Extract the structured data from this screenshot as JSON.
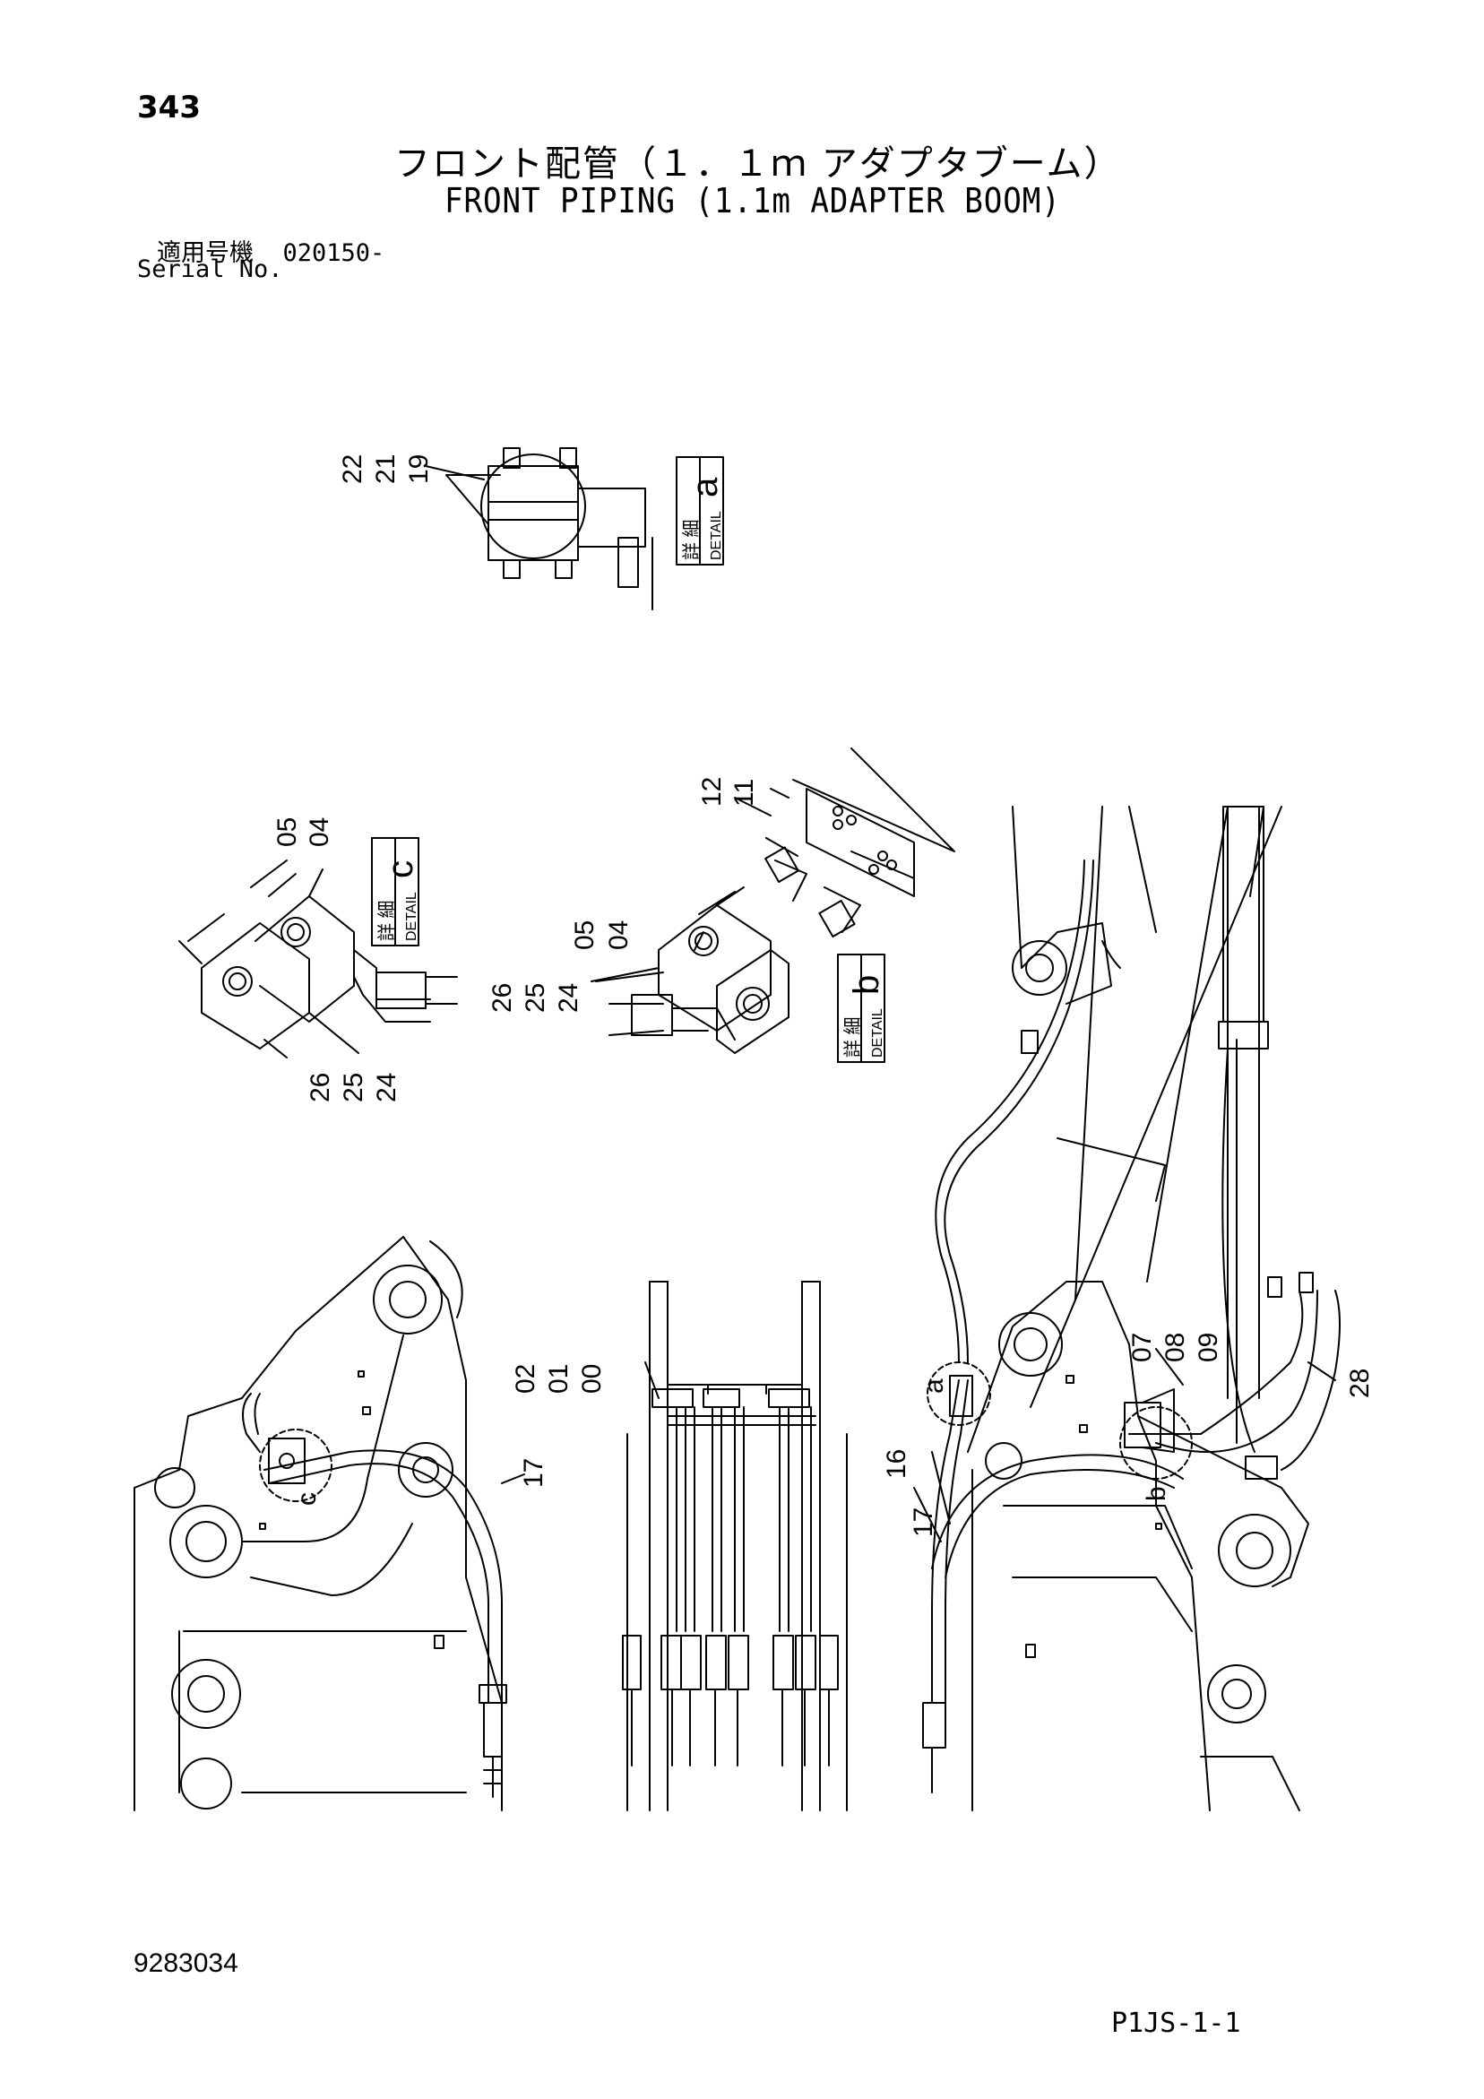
{
  "header": {
    "page_number": "343",
    "title_jp": "フロント配管（１．１ｍ アダプタブーム）",
    "title_en": "FRONT PIPING (1.1m ADAPTER BOOM)",
    "serial_label_jp": "適用号機",
    "serial_value": "020150-",
    "serial_label_en": "Serial No."
  },
  "footer": {
    "document_number": "9283034",
    "sheet_code": "P1JS-1-1"
  },
  "details": {
    "a": {
      "letter": "a",
      "jp": "詳 細",
      "en": "DETAIL",
      "callouts": [
        "22",
        "21",
        "19"
      ]
    },
    "b": {
      "letter": "b",
      "jp": "詳 細",
      "en": "DETAIL",
      "callouts_top": [
        "05",
        "04"
      ],
      "callouts_bottom": [
        "26",
        "25",
        "24"
      ],
      "callouts_side": [
        "12",
        "11"
      ]
    },
    "c": {
      "letter": "c",
      "jp": "詳 細",
      "en": "DETAIL",
      "callouts_top": [
        "05",
        "04"
      ],
      "callouts_bottom": [
        "26",
        "25",
        "24"
      ]
    }
  },
  "main_callouts": {
    "center_top": [
      "02",
      "01",
      "00"
    ],
    "right_top": [
      "07",
      "08",
      "09"
    ],
    "right_side": "28",
    "left_hose": "17",
    "right_hoses": [
      "17",
      "16"
    ],
    "view_a": "a",
    "view_b": "b",
    "view_c": "c"
  }
}
